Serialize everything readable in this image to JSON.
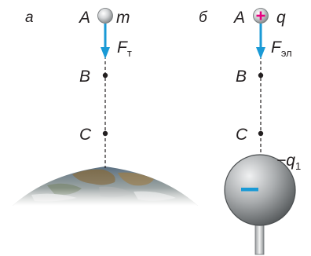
{
  "panel_a": {
    "letter": "а",
    "point_A": "A",
    "mass_label": "m",
    "force_main": "F",
    "force_sub": "т",
    "point_B": "B",
    "point_C": "C"
  },
  "panel_b": {
    "letter": "б",
    "point_A": "A",
    "charge_label": "q",
    "force_main": "F",
    "force_sub": "эл",
    "point_B": "B",
    "point_C": "C",
    "source_charge_main": "−q",
    "source_charge_sub": "1"
  },
  "colors": {
    "arrow": "#1a9ad6",
    "plus_sign": "#e6007e",
    "minus_sign": "#1a9ad6",
    "text": "#231f20"
  }
}
